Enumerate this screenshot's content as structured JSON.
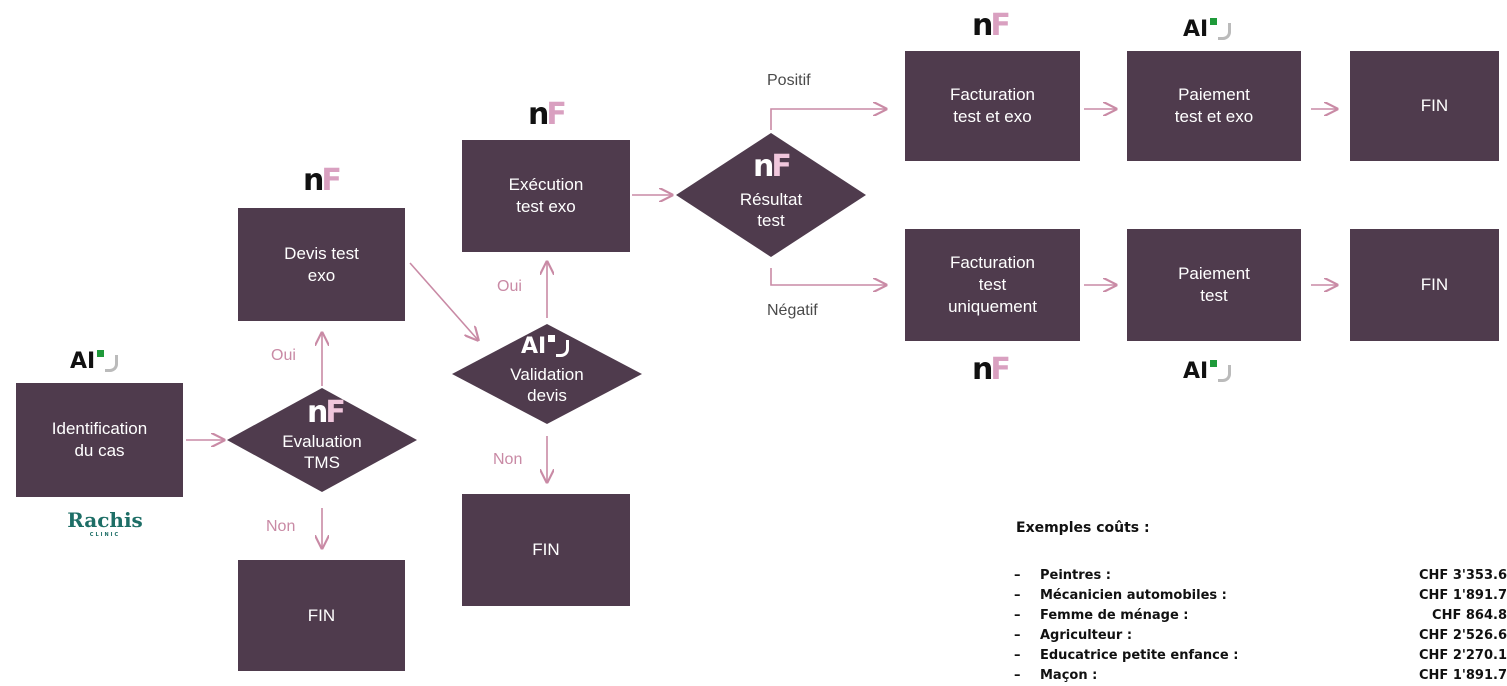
{
  "nodes": {
    "identification": "Identification\ndu cas",
    "evaluation": "Evaluation\nTMS",
    "devis": "Devis test\nexo",
    "fin_evaluation": "FIN",
    "validation": "Validation\ndevis",
    "execution": "Exécution\ntest exo",
    "fin_validation": "FIN",
    "resultat": "Résultat\ntest",
    "facturation_test_exo": "Facturation\ntest et exo",
    "paiement_test_exo": "Paiement\ntest et exo",
    "fin_positif": "FIN",
    "facturation_test": "Facturation\ntest\nuniquement",
    "paiement_test": "Paiement\ntest",
    "fin_negatif": "FIN"
  },
  "edge_labels": {
    "eval_oui": "Oui",
    "eval_non": "Non",
    "valid_oui": "Oui",
    "valid_non": "Non",
    "positif": "Positif",
    "negatif": "Négatif"
  },
  "logos": {
    "nf": {
      "n": "n",
      "f": "F"
    },
    "ai": "AI",
    "rachis": "Rachis",
    "rachis_sub": "CLINIC"
  },
  "costs": {
    "title": "Exemples coûts :",
    "rows": [
      {
        "dash": "–",
        "label": "Peintres :",
        "value": "CHF 3'353.6"
      },
      {
        "dash": "–",
        "label": "Mécanicien automobiles :",
        "value": "CHF 1'891.7"
      },
      {
        "dash": "–",
        "label": "Femme de ménage :",
        "value": "CHF 864.8"
      },
      {
        "dash": "–",
        "label": "Agriculteur :",
        "value": "CHF 2'526.6"
      },
      {
        "dash": "–",
        "label": "Educatrice petite enfance :",
        "value": "CHF 2'270.1"
      },
      {
        "dash": "–",
        "label": "Maçon :",
        "value": "CHF 1'891.7"
      }
    ]
  },
  "colors": {
    "node_fill": "#4f3b4d",
    "arrow": "#c98aa5",
    "rachis_green": "#1d6e66",
    "ai_green": "#1f9a3a"
  }
}
